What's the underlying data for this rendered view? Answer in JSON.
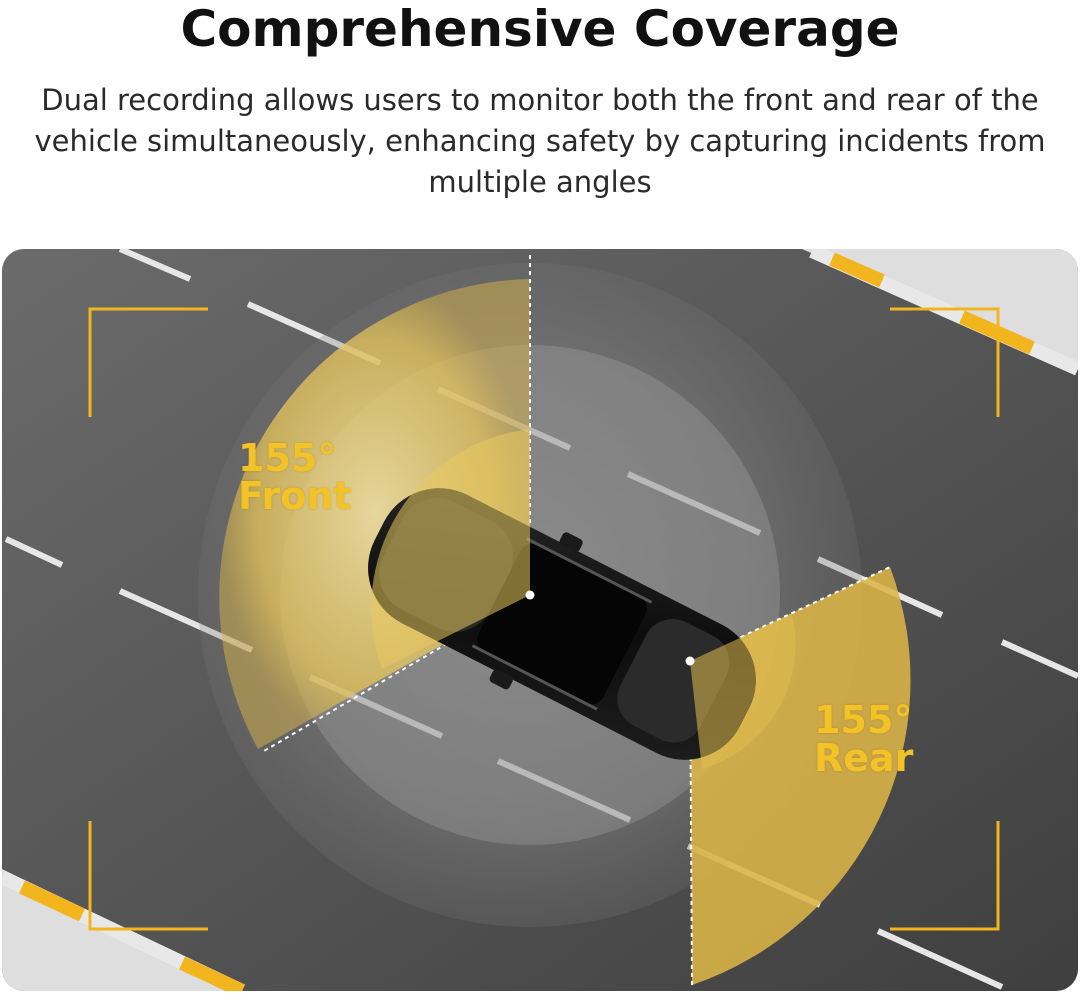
{
  "header": {
    "title": "Comprehensive Coverage",
    "description": "Dual recording allows users to monitor both the front and rear of the vehicle simultaneously, enhancing safety by capturing incidents from multiple angles"
  },
  "illustration": {
    "front": {
      "angle": "155°",
      "label": "Front"
    },
    "rear": {
      "angle": "155°",
      "label": "Rear"
    },
    "colors": {
      "road": "#5e5e5e",
      "accent": "#f2b51d",
      "field_of_view": "#d7b64f",
      "car": "#141414",
      "lane_marking": "#e6e6e6"
    },
    "icons": [
      "car-top-view",
      "viewfinder-corner-brackets",
      "barrier-rail"
    ]
  }
}
